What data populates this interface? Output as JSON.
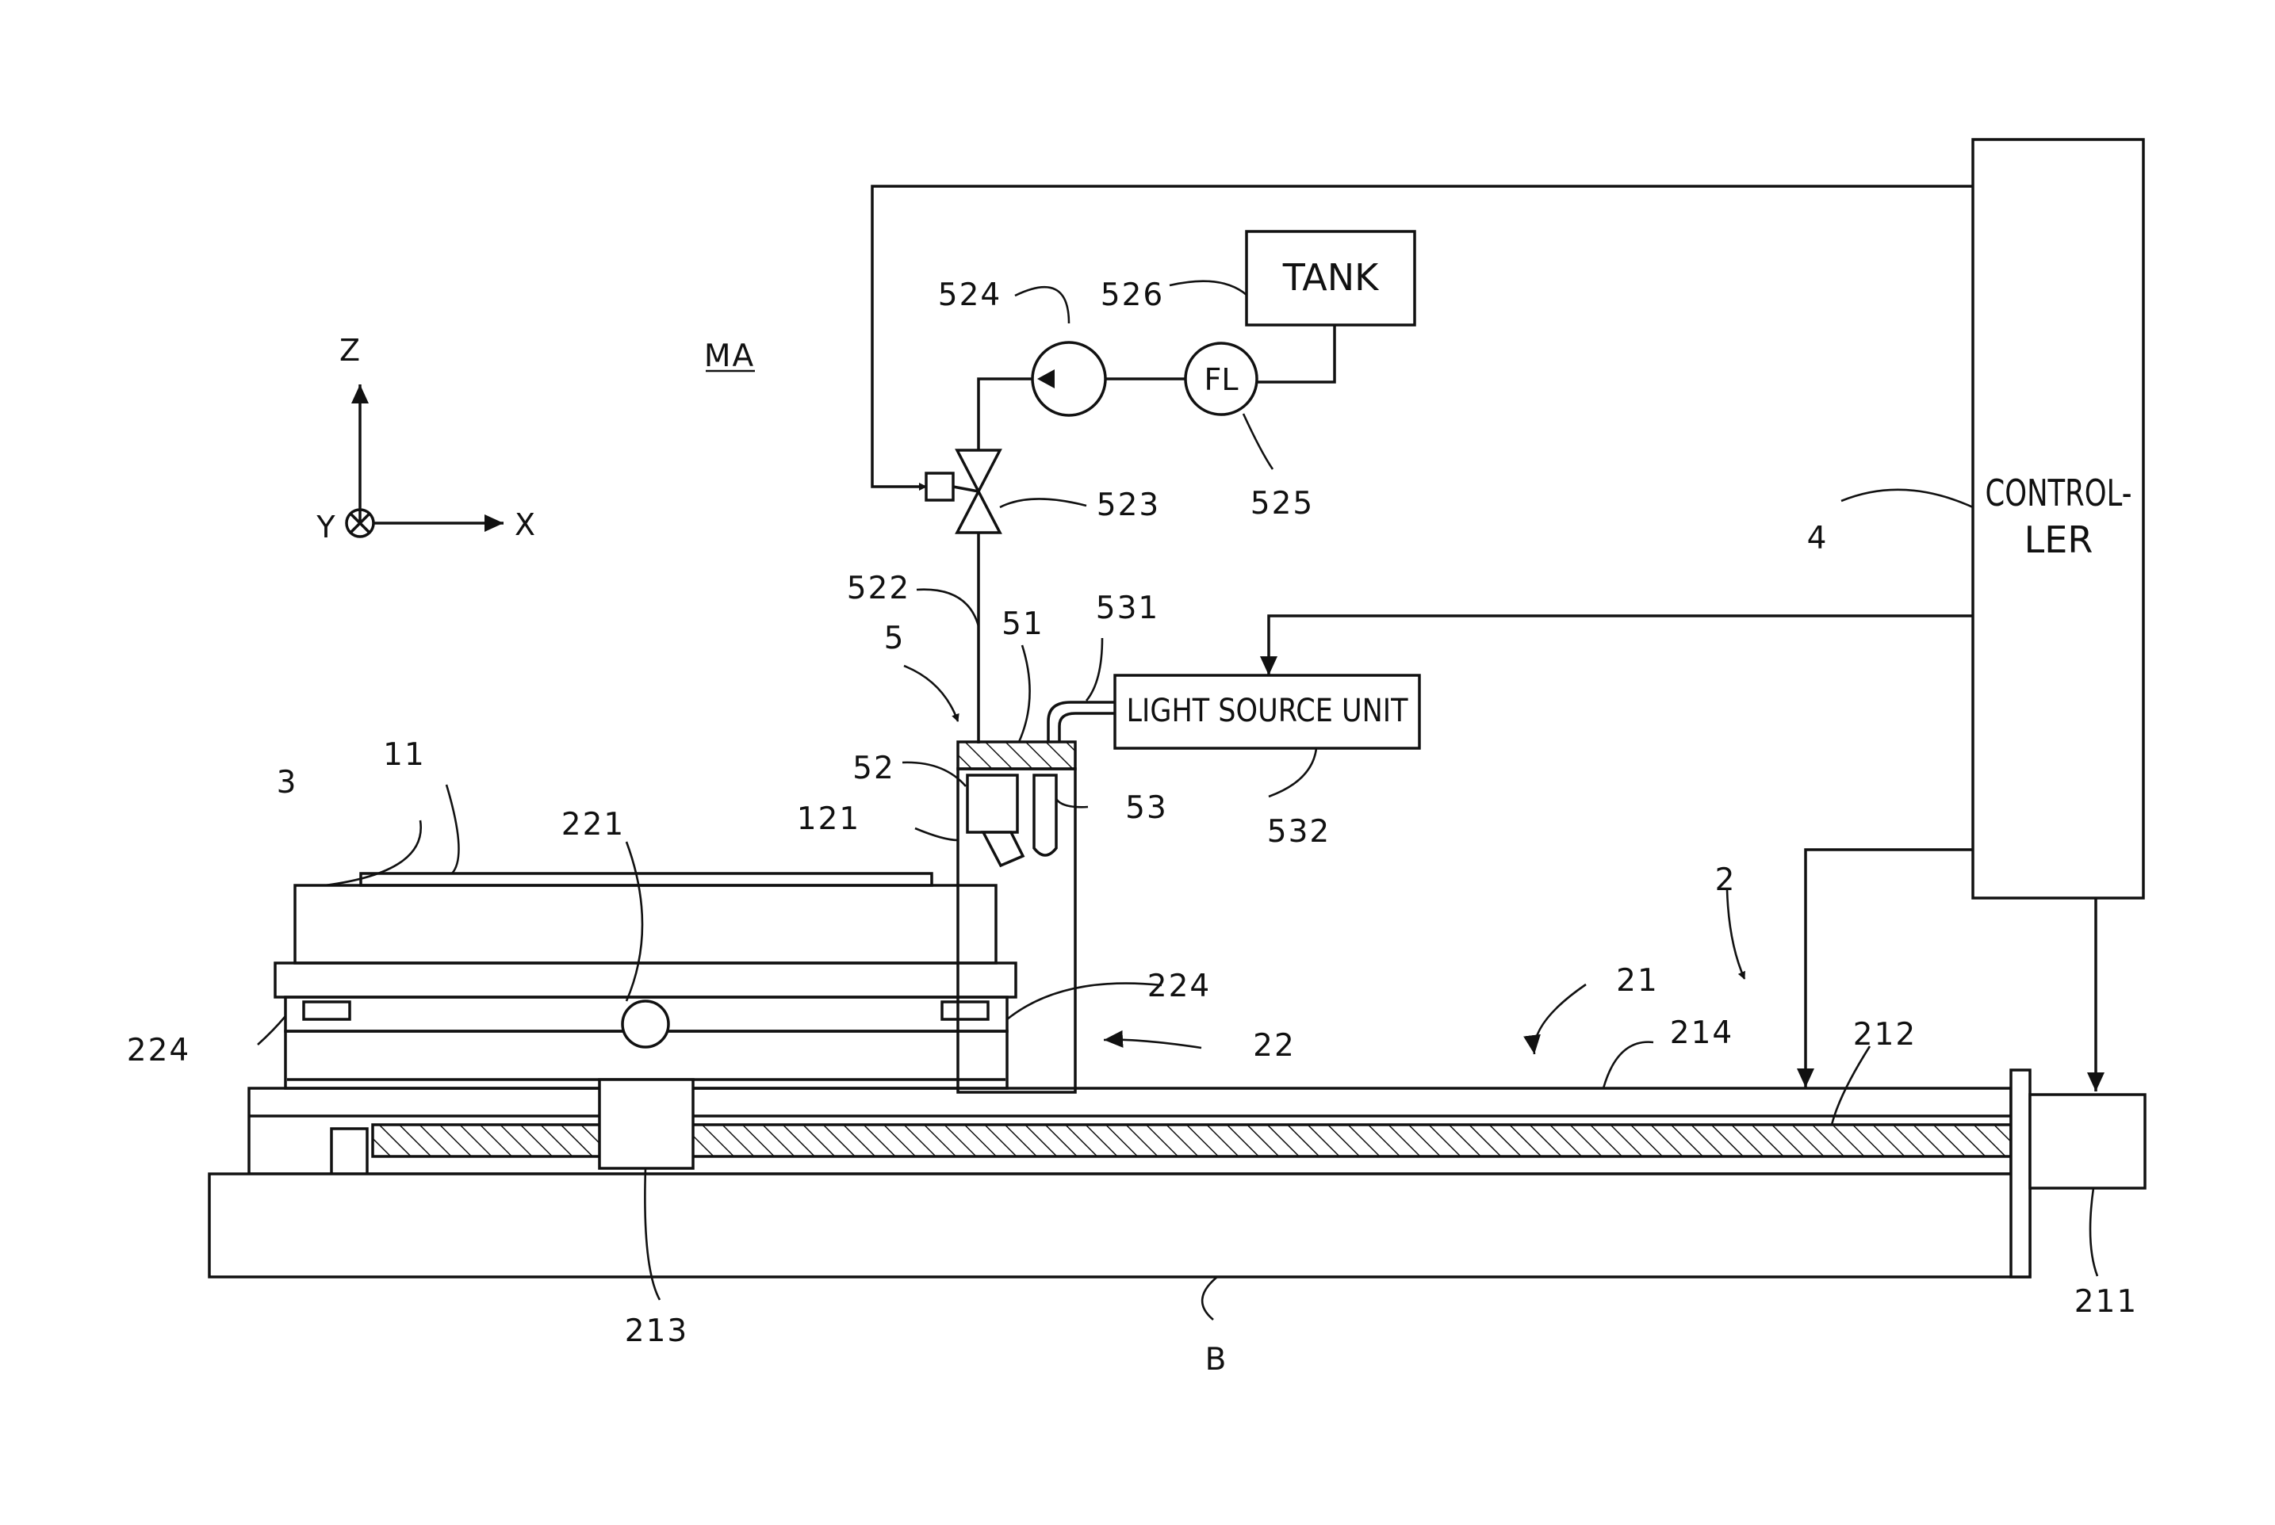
{
  "figure": {
    "box_labels": {
      "tank": "TANK",
      "controller_line1": "CONTROL-",
      "controller_line2": "LER",
      "light_source_unit": "LIGHT SOURCE UNIT",
      "filter": "FL"
    },
    "axes": {
      "z": "Z",
      "x": "X",
      "y": "Y"
    },
    "region_label": "MA",
    "reference_numerals": {
      "n2": "2",
      "n3": "3",
      "n4": "4",
      "n5": "5",
      "n11": "11",
      "n21": "21",
      "n22": "22",
      "n51": "51",
      "n52": "52",
      "n53": "53",
      "n121": "121",
      "n211": "211",
      "n212": "212",
      "n213": "213",
      "n214": "214",
      "n221": "221",
      "n224_left": "224",
      "n224_right": "224",
      "n522": "522",
      "n523": "523",
      "n524": "524",
      "n525": "525",
      "n526": "526",
      "n531": "531",
      "n532": "532",
      "nB": "B"
    }
  }
}
